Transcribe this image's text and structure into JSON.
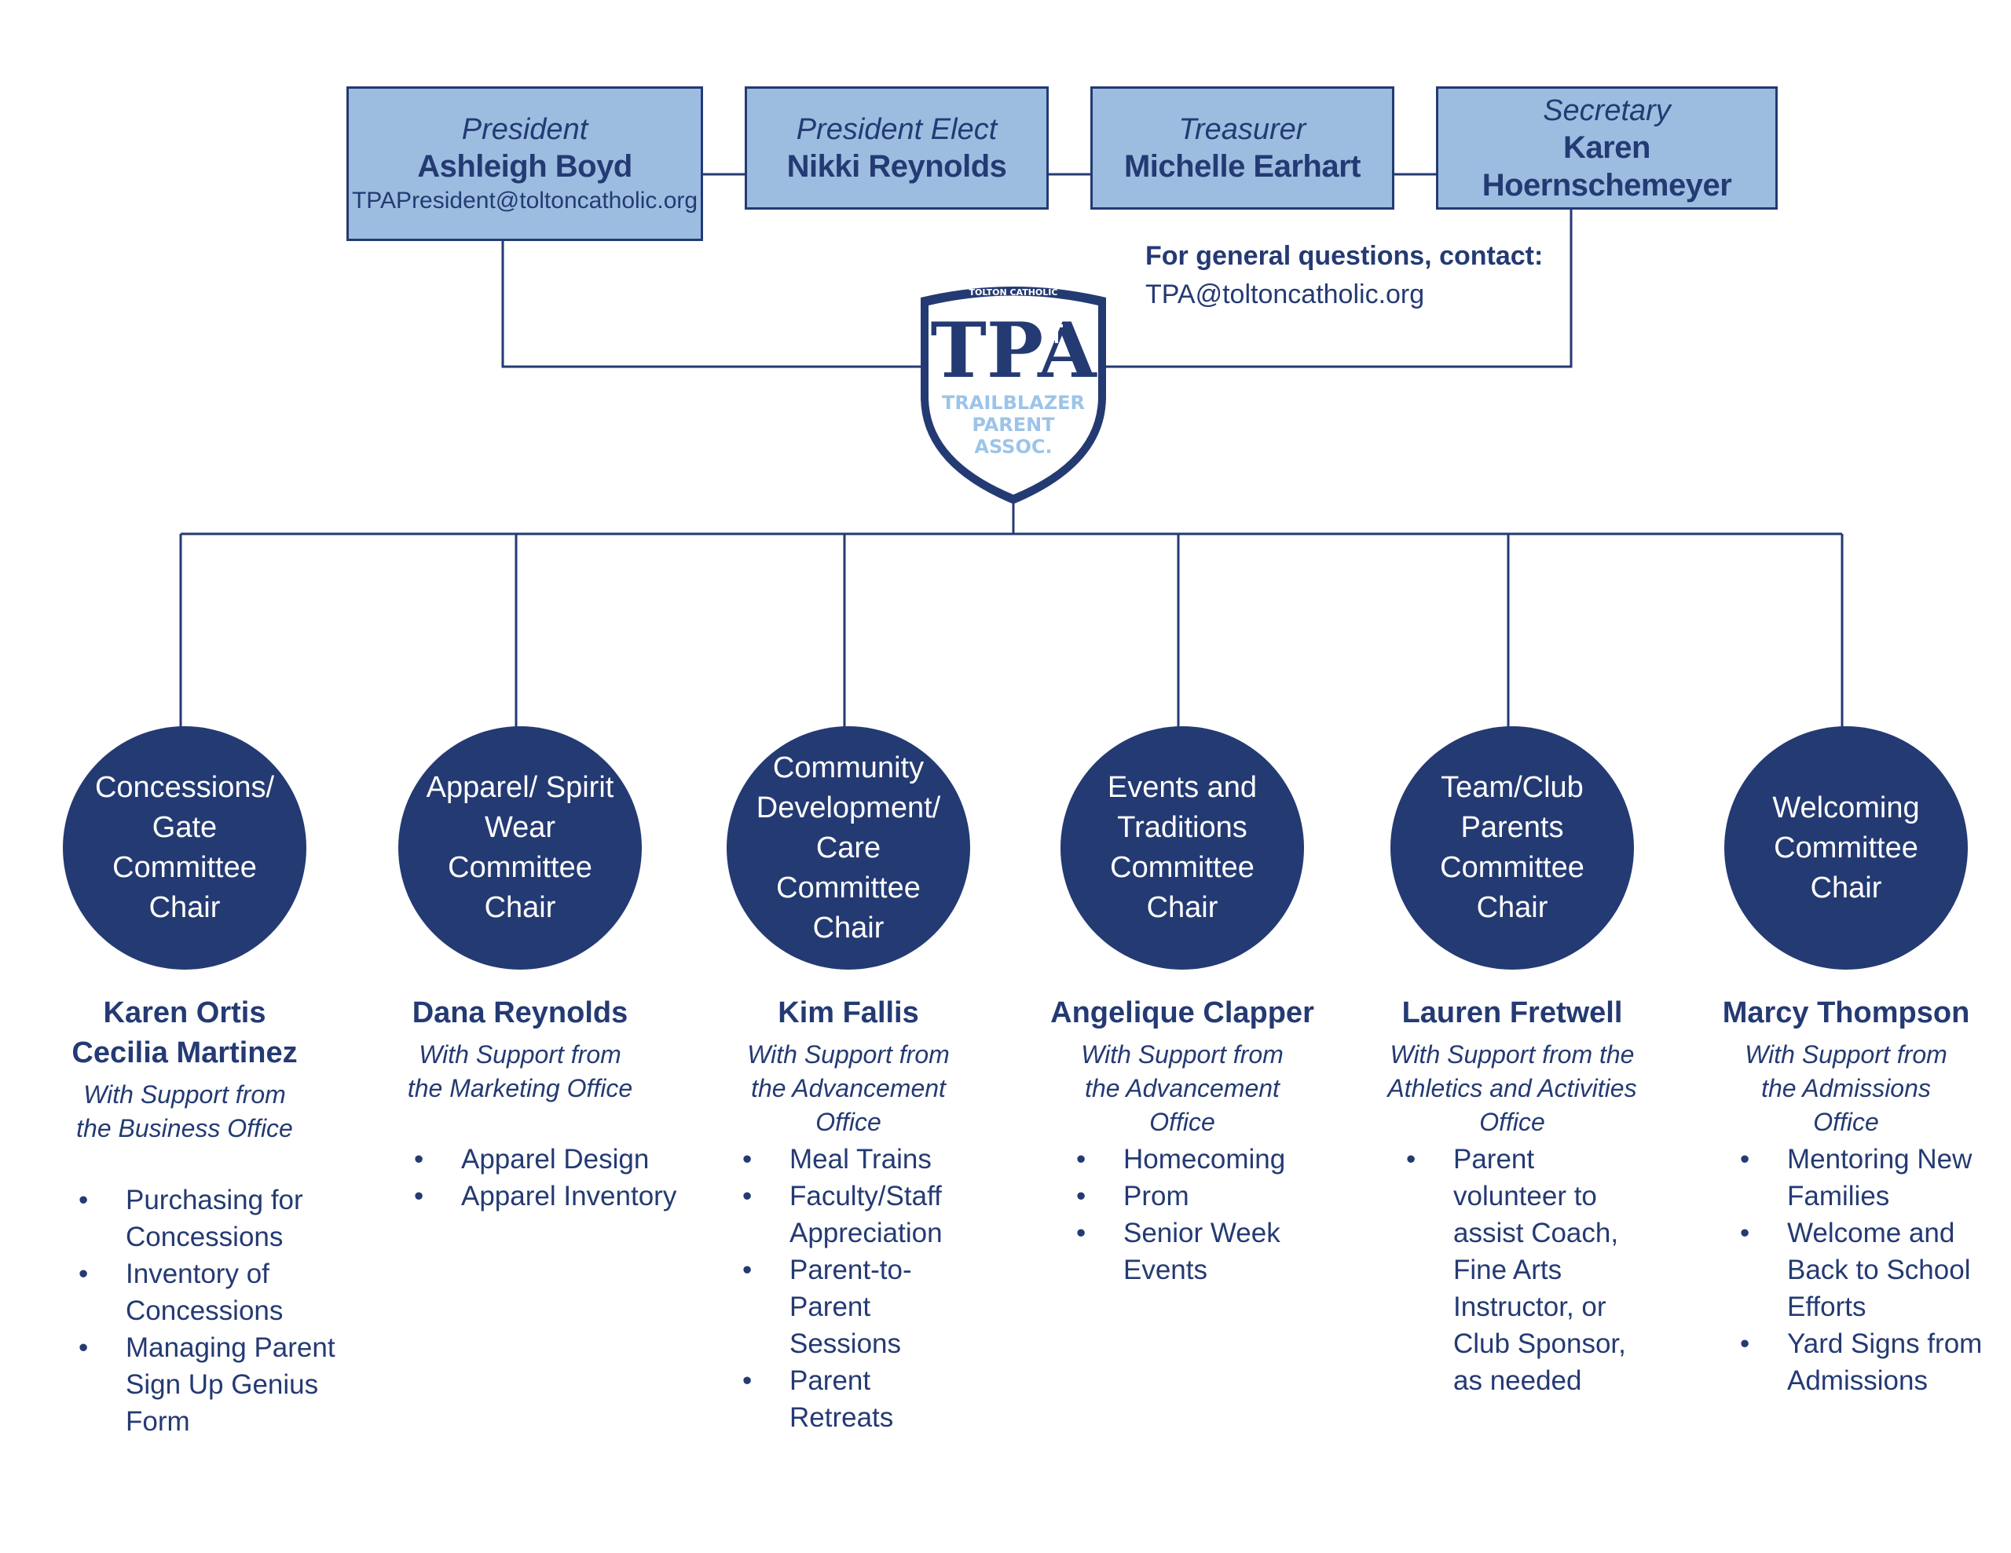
{
  "officers": {
    "president": {
      "role": "President",
      "name": "Ashleigh Boyd",
      "email": "TPAPresident@toltoncatholic.org"
    },
    "president_elect": {
      "role": "President Elect",
      "name": "Nikki Reynolds"
    },
    "treasurer": {
      "role": "Treasurer",
      "name": "Michelle Earhart"
    },
    "secretary": {
      "role": "Secretary",
      "name": "Karen Hoernschemeyer"
    }
  },
  "contact": {
    "heading": "For general questions, contact:",
    "email": "TPA@toltoncatholic.org"
  },
  "logo": {
    "top_text": "TOLTON CATHOLIC",
    "main": "TPA",
    "line1": "TRAILBLAZER",
    "line2": "PARENT",
    "line3": "ASSOC."
  },
  "committees": [
    {
      "title": "Concessions/ Gate Committee Chair",
      "chairs": "Karen Ortis\nCecilia Martinez",
      "support": "With Support from the Business Office",
      "tasks": [
        "Purchasing for Concessions",
        "Inventory of Concessions",
        "Managing Parent Sign Up Genius Form"
      ]
    },
    {
      "title": "Apparel/ Spirit Wear Committee Chair",
      "chairs": "Dana Reynolds",
      "support": "With Support from the Marketing Office",
      "tasks": [
        "Apparel Design",
        "Apparel Inventory"
      ]
    },
    {
      "title": "Community Development/ Care Committee Chair",
      "chairs": "Kim Fallis",
      "support": "With Support from the Advancement Office",
      "tasks": [
        "Meal Trains",
        "Faculty/Staff Appreciation",
        "Parent-to-Parent Sessions",
        "Parent Retreats"
      ]
    },
    {
      "title": "Events and Traditions Committee Chair",
      "chairs": "Angelique Clapper",
      "support": "With Support from the Advancement Office",
      "tasks": [
        "Homecoming",
        "Prom",
        "Senior Week Events"
      ]
    },
    {
      "title": "Team/Club Parents Committee Chair",
      "chairs": "Lauren Fretwell",
      "support": "With Support from the Athletics and Activities Office",
      "tasks": [
        "Parent volunteer to assist Coach, Fine Arts Instructor, or Club Sponsor, as needed"
      ]
    },
    {
      "title": "Welcoming Committee Chair",
      "chairs": "Marcy Thompson",
      "support": "With Support from the Admissions Office",
      "tasks": [
        "Mentoring New Families",
        "Welcome and Back to School Efforts",
        "Yard Signs from Admissions"
      ]
    }
  ],
  "colors": {
    "navy": "#243a73",
    "light_blue": "#9cbde0",
    "logo_text_blue": "#9cc4ea"
  }
}
